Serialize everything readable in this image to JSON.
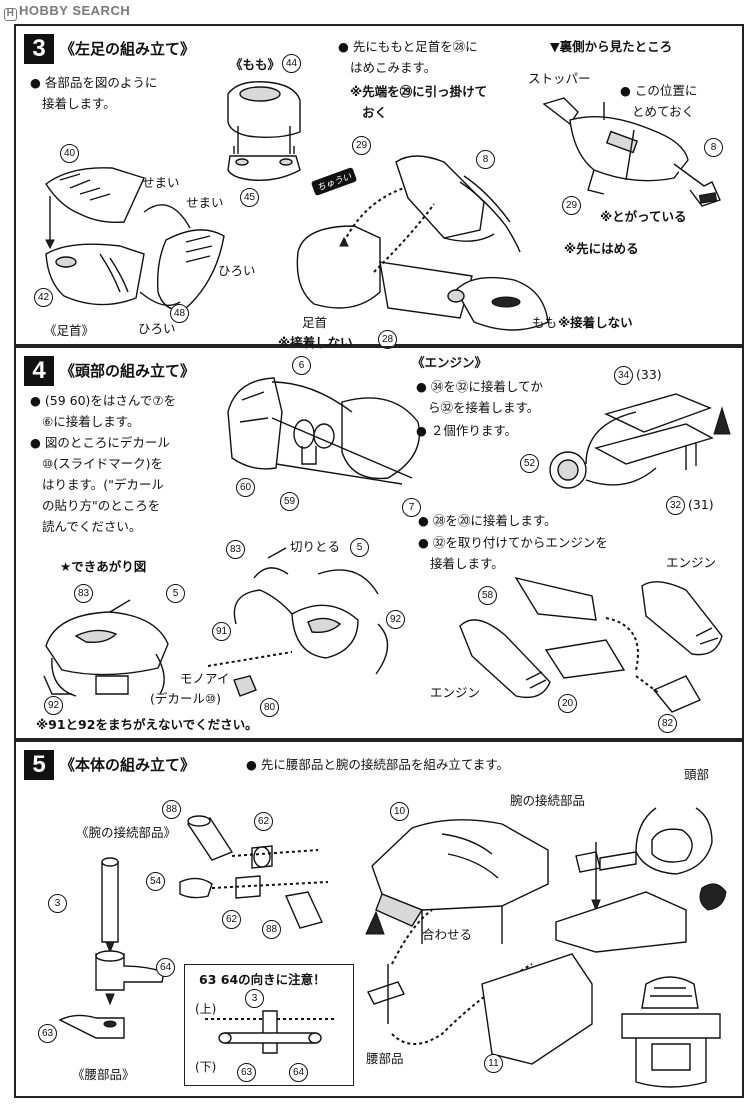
{
  "watermark": "HOBBY SEARCH",
  "step3": {
    "number": "3",
    "title": "《左足の組み立て》",
    "instruction": [
      "● 各部品を図のように",
      "接着します。"
    ],
    "momo_label": "《もも》",
    "momo_part": "44",
    "momo_part2": "45",
    "fit_text": [
      "● 先にももと足首を㉘に",
      "はめこみます。",
      "※先端を㉙に引っ掛けて",
      "おく"
    ],
    "back_view": "▼裏側から見たところ",
    "stopper": "ストッパー",
    "position_note": [
      "● この位置に",
      "とめておく"
    ],
    "pointed": "※とがっている",
    "insert_tip": "※先にはめる",
    "narrow1": "せまい",
    "narrow2": "せまい",
    "wide1": "ひろい",
    "wide2": "ひろい",
    "ankle_label": "《足首》",
    "ankle": "足首",
    "no_glue1": "※接着しない",
    "thigh": "もも",
    "no_glue2": "※接着しない",
    "caution": "ちゅうい",
    "parts": {
      "p40": "40",
      "p42": "42",
      "p48": "48",
      "p29a": "29",
      "p8a": "8",
      "p28": "28",
      "p29b": "29",
      "p8b": "8"
    }
  },
  "step4": {
    "number": "4",
    "title": "《頭部の組み立て》",
    "instruction": [
      "● (59 60)をはさんで⑦を",
      "⑥に接着します。",
      "● 図のところにデカール",
      "⑩(スライドマーク)を",
      "はります。(\"デカール",
      "の貼り方\"のところを",
      "読んでください。"
    ],
    "finished": "★できあがり図",
    "cut": "切りとる",
    "mono_eye": "モノアイ",
    "decal": "(デカール⑩)",
    "warn": "※91と92をまちがえないでください。",
    "engine_title": "《エンジン》",
    "engine_text": [
      "● ㉞を㉜に接着してか",
      "ら㉜を接着します。",
      "● ２個作ります。"
    ],
    "engine_text2": [
      "● ㉘を⑳に接着します。",
      "● ㉜を取り付けてからエンジンを",
      "接着します。"
    ],
    "engine_a": "エンジン",
    "engine_b": "エンジン",
    "parts": {
      "p6": "6",
      "p7": "7",
      "p59": "59",
      "p60": "60",
      "p83a": "83",
      "p5a": "5",
      "p83b": "83",
      "p5b": "5",
      "p91": "91",
      "p92a": "92",
      "p92b": "92",
      "p80": "80",
      "p34": "34",
      "p33": "(33)",
      "p52": "52",
      "p32": "32",
      "p31": "(31)",
      "p58": "58",
      "p20": "20",
      "p82": "82"
    }
  },
  "step5": {
    "number": "5",
    "title": "《本体の組み立て》",
    "instruction": "● 先に腰部品と腕の接続部品を組み立てます。",
    "arm_parts": "《腕の接続部品》",
    "arm_parts2": "腕の接続部品",
    "head": "頭部",
    "align": "合わせる",
    "waist_label": "《腰部品》",
    "waist": "腰部品",
    "note_title": "63 64の向きに注意！",
    "up": "(上)",
    "down": "(下)",
    "parts": {
      "p88a": "88",
      "p62a": "62",
      "p54": "54",
      "p62b": "62",
      "p88b": "88",
      "p3": "3",
      "p64": "64",
      "p63": "63",
      "p10": "10",
      "p11": "11",
      "p3n": "3",
      "p63n": "63",
      "p64n": "64"
    }
  }
}
